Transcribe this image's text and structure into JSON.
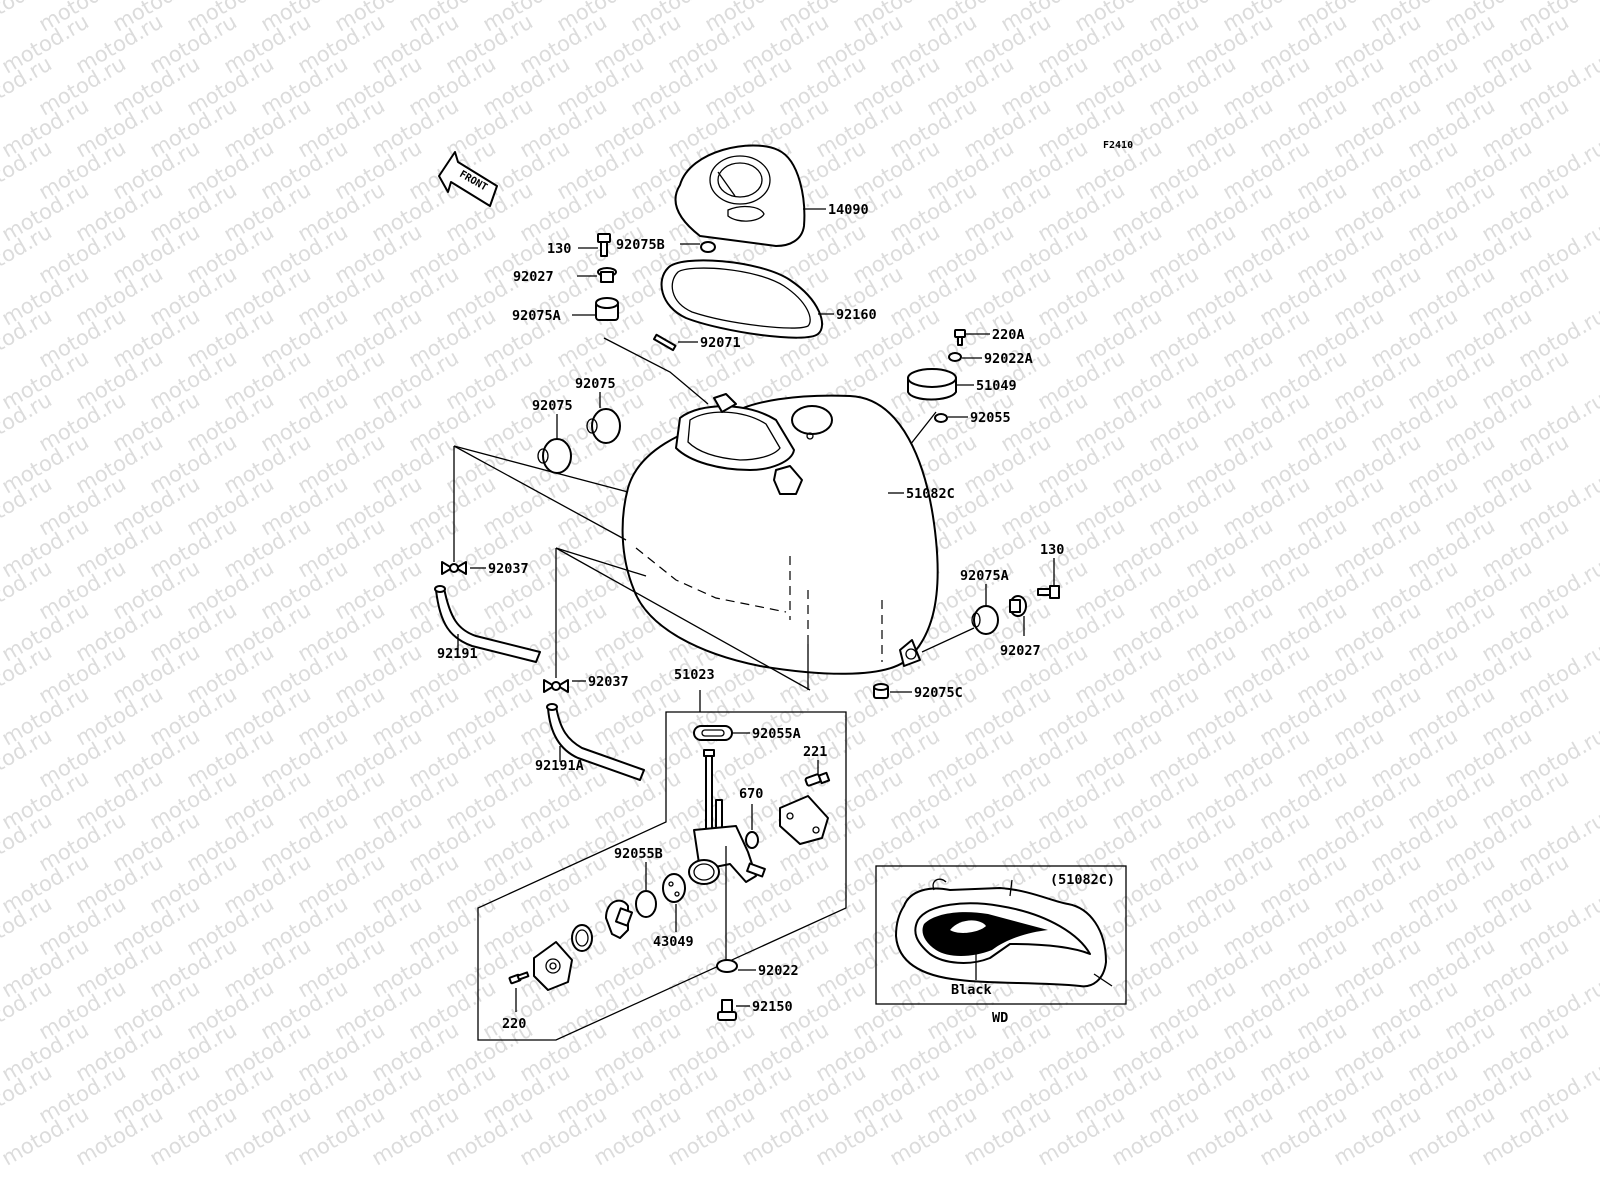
{
  "figure_code": "F2410",
  "front_label": "FRONT",
  "watermark_text": "motod.ru",
  "callouts": {
    "p14090": "14090",
    "p130_top": "130",
    "p92075b": "92075B",
    "p92027_top": "92027",
    "p92075a_top": "92075A",
    "p92160": "92160",
    "p92071": "92071",
    "p220a": "220A",
    "p92022a": "92022A",
    "p51049": "51049",
    "p92055": "92055",
    "p92075_upper": "92075",
    "p92075_lower": "92075",
    "p51082c": "51082C",
    "p92037_upper": "92037",
    "p92191": "92191",
    "p130_right": "130",
    "p92075a_right": "92075A",
    "p92027_right": "92027",
    "p92075c": "92075C",
    "p92037_lower": "92037",
    "p51023": "51023",
    "p92191a": "92191A",
    "p92055a": "92055A",
    "p221": "221",
    "p670": "670",
    "p92055b": "92055B",
    "p43049": "43049",
    "p92022": "92022",
    "p92150": "92150",
    "p220": "220"
  },
  "inset": {
    "ref": "(51082C)",
    "color_label": "Black",
    "model": "WD"
  },
  "colors": {
    "line": "#000000",
    "background": "#ffffff",
    "watermark": "#dcdcdc"
  }
}
